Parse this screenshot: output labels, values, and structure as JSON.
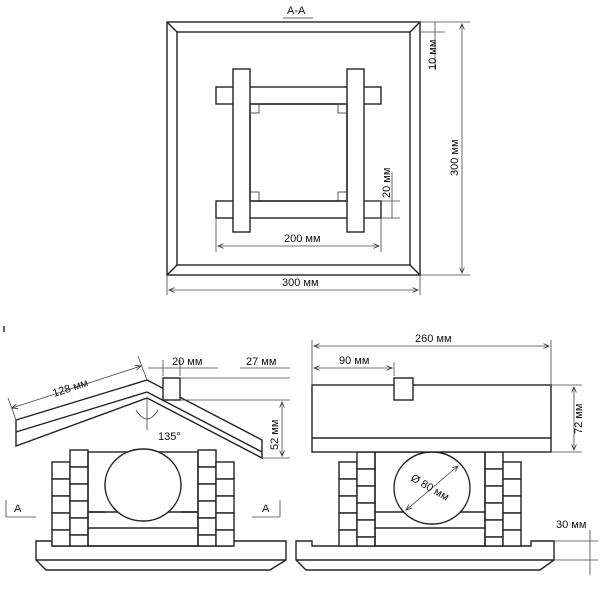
{
  "section_title": "A-A",
  "top_view": {
    "dim_10": "10 мм",
    "dim_300_right": "300 мм",
    "dim_20": "20 мм",
    "dim_200": "200 мм",
    "dim_300_bottom": "300 мм"
  },
  "front_view": {
    "dim_128": "128 мм",
    "dim_20": "20 мм",
    "dim_27": "27 мм",
    "dim_52": "52 мм",
    "angle": "135°",
    "section_left": "A",
    "section_right": "A"
  },
  "side_view": {
    "dim_260": "260 мм",
    "dim_90": "90 мм",
    "dim_72": "72 мм",
    "dim_diameter": "Ø 80 мм",
    "dim_30": "30 мм"
  }
}
